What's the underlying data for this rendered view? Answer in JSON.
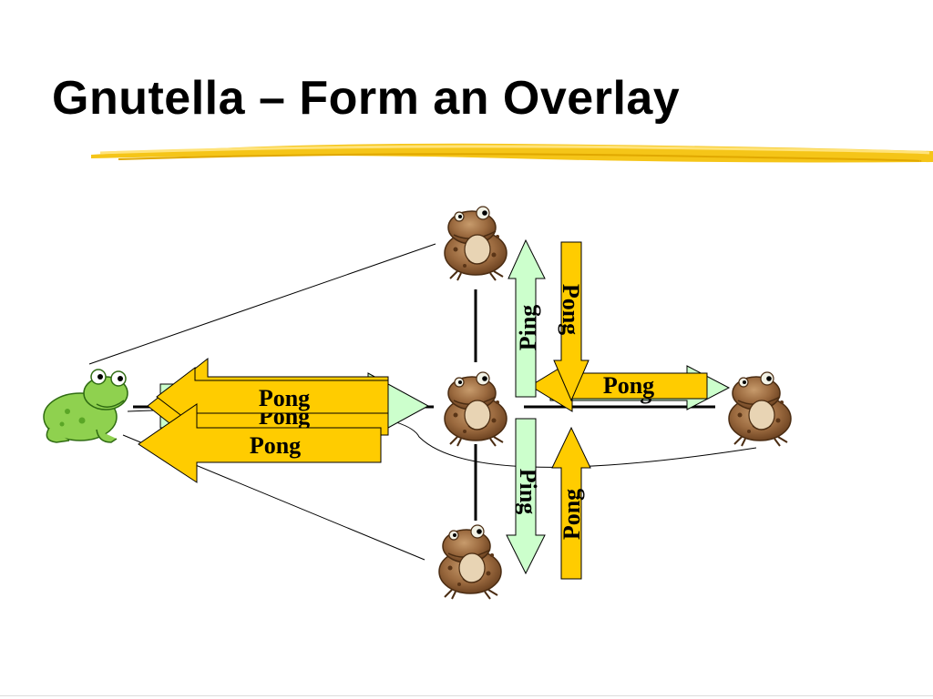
{
  "slide": {
    "title": "Gnutella – Form an Overlay"
  },
  "diagram": {
    "nodes": [
      {
        "id": "new-peer",
        "icon": "green-frog-icon"
      },
      {
        "id": "center-peer",
        "icon": "toad-icon"
      },
      {
        "id": "top-peer",
        "icon": "toad-icon"
      },
      {
        "id": "right-peer",
        "icon": "toad-icon"
      },
      {
        "id": "bottom-peer",
        "icon": "toad-icon"
      }
    ],
    "messages": {
      "pong": "Pong",
      "ping": "Ping"
    },
    "colors": {
      "ping_fill": "#ccffcc",
      "pong_fill": "#ffcc00",
      "title_underline": "#f5c518"
    }
  }
}
